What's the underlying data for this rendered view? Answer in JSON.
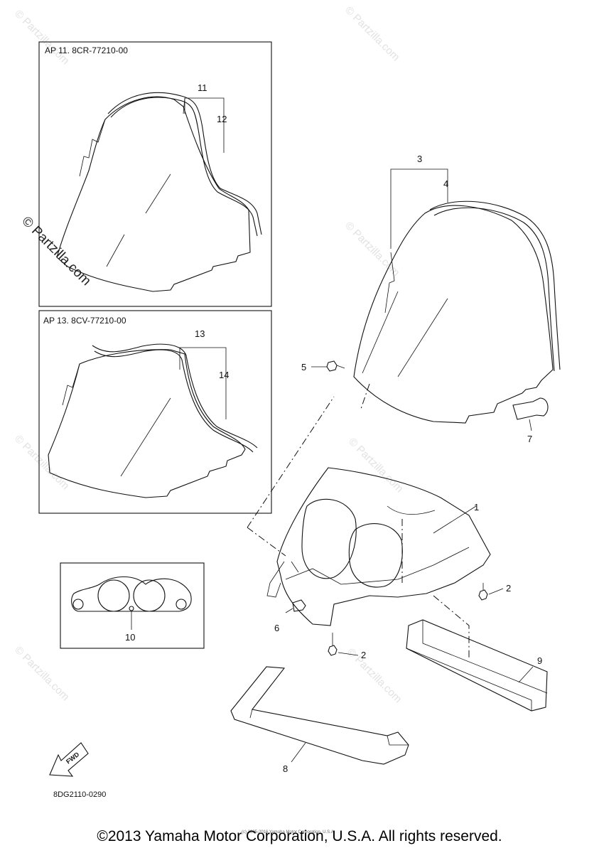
{
  "boxes": {
    "box_a_label": "AP  11. 8CR-77210-00",
    "box_b_label": "AP  13. 8CV-77210-00"
  },
  "callouts": {
    "c1": "1",
    "c2a": "2",
    "c2b": "2",
    "c3": "3",
    "c4": "4",
    "c5": "5",
    "c6": "6",
    "c7": "7",
    "c8": "8",
    "c9": "9",
    "c10": "10",
    "c11": "11",
    "c12": "12",
    "c13": "13",
    "c14": "14"
  },
  "fwd_label": "FWD",
  "diagram_code": "8DG2110-0290",
  "watermark": {
    "text": "© Partzilla.com",
    "big_text": "© Partzilla.com",
    "small_credit": "(c) 2005-2016 Yamaha Motor Corporation, U.S.A."
  },
  "copyright": "©2013 Yamaha Motor Corporation, U.S.A. All rights reserved."
}
